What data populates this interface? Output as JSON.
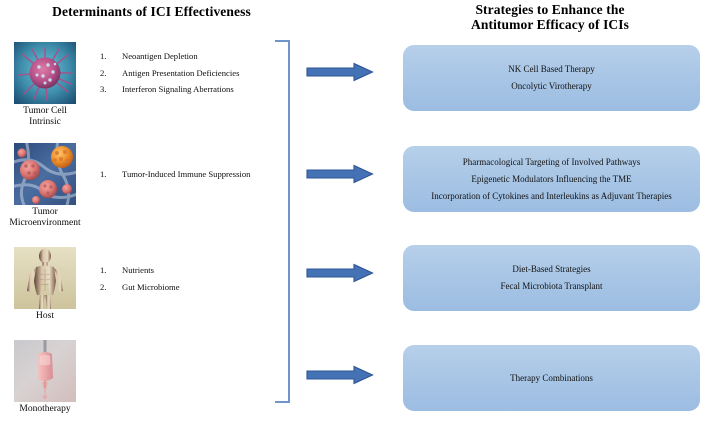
{
  "figure": {
    "left_title": "Determinants of ICI Effectiveness",
    "right_title_line1": "Strategies to Enhance the",
    "right_title_line2": "Antitumor Efficacy of ICIs"
  },
  "colors": {
    "arrow_fill": "#4472b4",
    "arrow_stroke": "#2e5597",
    "box_gradient_top": "#b7d0ea",
    "box_gradient_bottom": "#9cbde2",
    "bracket_line": "#6e96c8",
    "text": "#111111"
  },
  "determinants": [
    {
      "label": "Tumor Cell Intrinsic",
      "image_name": "tumor-cell-micrograph",
      "items": [
        {
          "num": "1.",
          "text": "Neoantigen Depletion"
        },
        {
          "num": "2.",
          "text": "Antigen Presentation Deficiencies"
        },
        {
          "num": "3.",
          "text": "Interferon Signaling Aberrations"
        }
      ]
    },
    {
      "label": "Tumor\nMicroenvironment",
      "label_line1": "Tumor",
      "label_line2": "Microenvironment",
      "image_name": "tumor-microenvironment-micrograph",
      "items": [
        {
          "num": "1.",
          "text": "Tumor-Induced Immune Suppression"
        }
      ]
    },
    {
      "label": "Host",
      "image_name": "human-body-illustration",
      "items": [
        {
          "num": "1.",
          "text": "Nutrients"
        },
        {
          "num": "2.",
          "text": "Gut Microbiome"
        }
      ]
    },
    {
      "label": "Monotherapy",
      "image_name": "iv-infusion-bag-photo",
      "items": []
    }
  ],
  "strategies": [
    {
      "name": "strategy-box-1",
      "lines": [
        "NK Cell Based Therapy",
        "Oncolytic Virotherapy"
      ]
    },
    {
      "name": "strategy-box-2",
      "lines": [
        "Pharmacological Targeting of Involved Pathways",
        "Epigenetic Modulators Influencing the TME",
        "Incorporation of Cytokines and Interleukins as Adjuvant Therapies"
      ]
    },
    {
      "name": "strategy-box-3",
      "lines": [
        "Diet-Based Strategies",
        "Fecal Microbiota Transplant"
      ]
    },
    {
      "name": "strategy-box-4",
      "lines": [
        "Therapy Combinations"
      ]
    }
  ],
  "arrows": [
    {
      "name": "arrow-tumor-cell-intrinsic"
    },
    {
      "name": "arrow-tumor-microenvironment"
    },
    {
      "name": "arrow-host"
    },
    {
      "name": "arrow-monotherapy"
    }
  ]
}
